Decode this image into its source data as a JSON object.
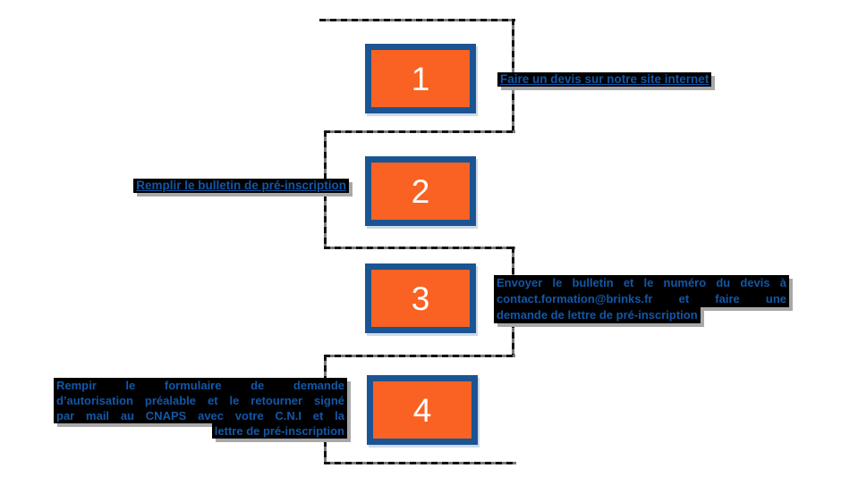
{
  "colors": {
    "orange": "#f96222",
    "border_blue": "#1b5493",
    "text_blue": "#1257a8",
    "highlight_black": "#000000",
    "dash_dark": "#141414",
    "dash_gray": "#7a7a7a",
    "number_white": "#ffffff",
    "shadow_gray": "#a8a8a8"
  },
  "steps": [
    {
      "number": "1",
      "underlined": true,
      "lines": [
        "Faire un devis sur notre site internet"
      ]
    },
    {
      "number": "2",
      "underlined": true,
      "lines": [
        "Remplir le bulletin de pré-inscription"
      ]
    },
    {
      "number": "3",
      "underlined": false,
      "lines": [
        "Envoyer le bulletin et le numéro du devis à",
        "contact.formation@brinks.fr et faire une",
        "demande de lettre de pré-inscription"
      ]
    },
    {
      "number": "4",
      "underlined": false,
      "lines": [
        "Rempir le formulaire de demande",
        "d’autorisation préalable et le retourner signé",
        "par mail au CNAPS avec votre C.N.I et la",
        "lettre de pré-inscription"
      ]
    }
  ]
}
